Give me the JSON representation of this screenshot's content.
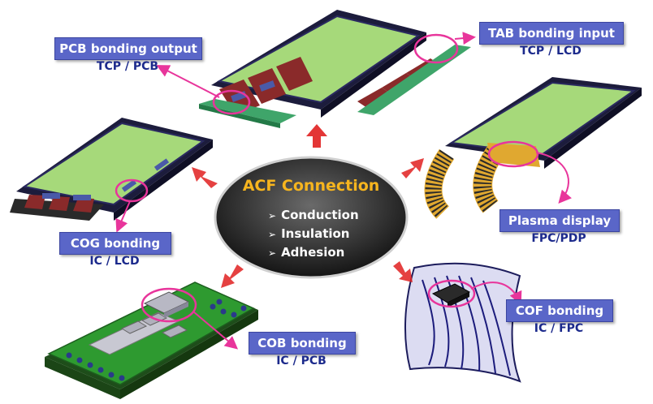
{
  "center": {
    "title": "ACF Connection",
    "items": [
      "Conduction",
      "Insulation",
      "Adhesion"
    ]
  },
  "callouts": {
    "pcb_output": {
      "label": "PCB bonding output",
      "sub": "TCP / PCB"
    },
    "tab_input": {
      "label": "TAB bonding input",
      "sub": "TCP / LCD"
    },
    "cog": {
      "label": "COG bonding",
      "sub": "IC / LCD"
    },
    "plasma": {
      "label": "Plasma display",
      "sub": "FPC/PDP"
    },
    "cob": {
      "label": "COB bonding",
      "sub": "IC / PCB"
    },
    "cof": {
      "label": "COF bonding",
      "sub": "IC / FPC"
    }
  },
  "colors": {
    "label_bg": "#5a66c8",
    "label_text": "#ffffff",
    "sub_text": "#1c2a8c",
    "center_title": "#f7b51e",
    "highlight": "#e8359b",
    "panel_green": "#a6d97a",
    "arrow_red": "#e02020"
  }
}
